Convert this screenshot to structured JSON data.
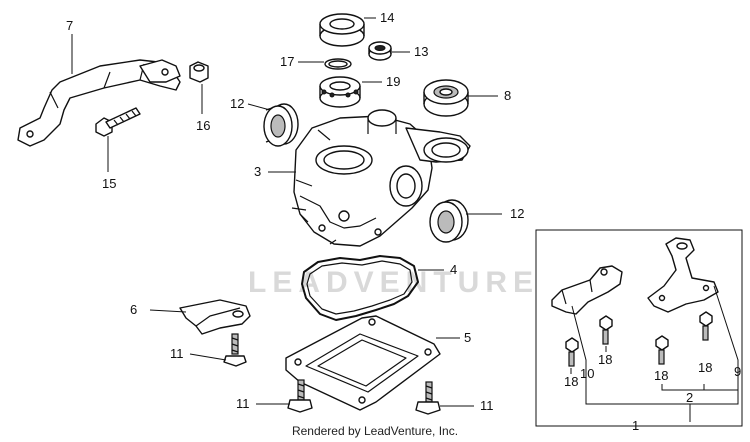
{
  "diagram": {
    "callouts": {
      "c1": "1",
      "c2": "2",
      "c3": "3",
      "c4": "4",
      "c5": "5",
      "c6": "6",
      "c7": "7",
      "c8": "8",
      "c9": "9",
      "c10": "10",
      "c11a": "11",
      "c11b": "11",
      "c11c": "11",
      "c12a": "12",
      "c12b": "12",
      "c13": "13",
      "c14": "14",
      "c15": "15",
      "c16": "16",
      "c17": "17",
      "c18a": "18",
      "c18b": "18",
      "c18c": "18",
      "c18d": "18",
      "c19": "19"
    },
    "watermark": "LEADVENTURE",
    "footer": "Rendered by LeadVenture, Inc."
  }
}
